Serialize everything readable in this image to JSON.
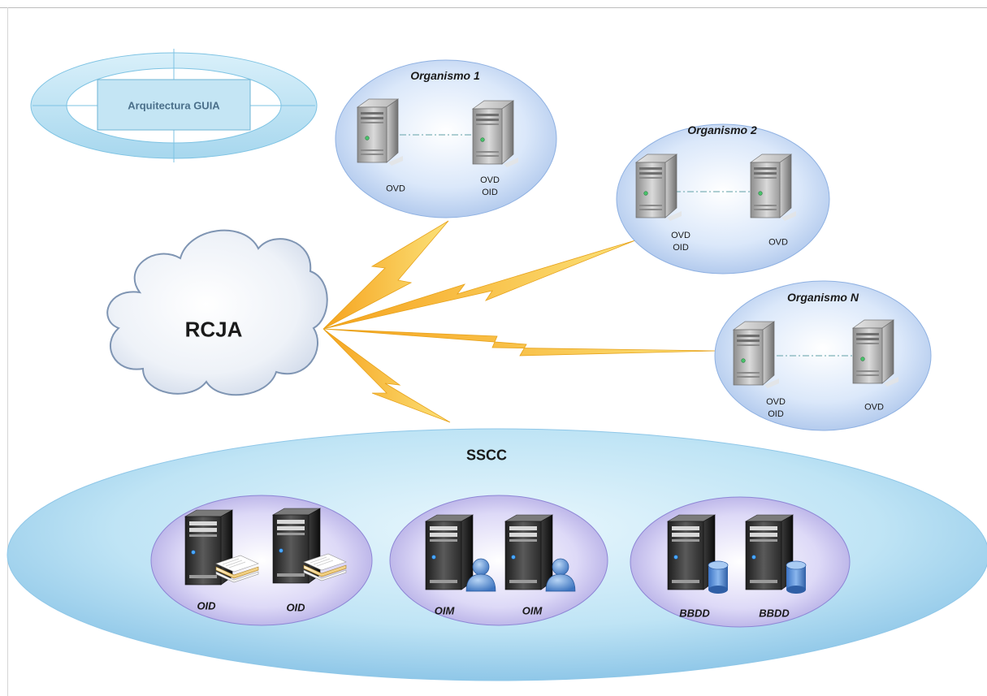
{
  "diagram": {
    "legend": {
      "label": "Arquitectura GUIA"
    },
    "cloud": {
      "label": "RCJA"
    },
    "organisms": [
      {
        "title": "Organismo 1",
        "server_labels": [
          "OVD",
          "OVD\nOID"
        ]
      },
      {
        "title": "Organismo 2",
        "server_labels": [
          "OVD\nOID",
          "OVD"
        ]
      },
      {
        "title": "Organismo N",
        "server_labels": [
          "OVD\nOID",
          "OVD"
        ]
      }
    ],
    "central": {
      "title": "SSCC",
      "groups": [
        {
          "labels": [
            "OID",
            "OID"
          ],
          "icon": "document-server-icon"
        },
        {
          "labels": [
            "OIM",
            "OIM"
          ],
          "icon": "user-server-icon"
        },
        {
          "labels": [
            "BBDD",
            "BBDD"
          ],
          "icon": "database-server-icon"
        }
      ]
    },
    "colors": {
      "cloud_fill": "#f0f4fa",
      "cloud_stroke": "#7f95b3",
      "lightning": "#f7c02a",
      "ellipse_fill": "#cfe0f6",
      "sscc_fill": "#bfe3f3",
      "group_fill": "#c9c3ef"
    }
  }
}
